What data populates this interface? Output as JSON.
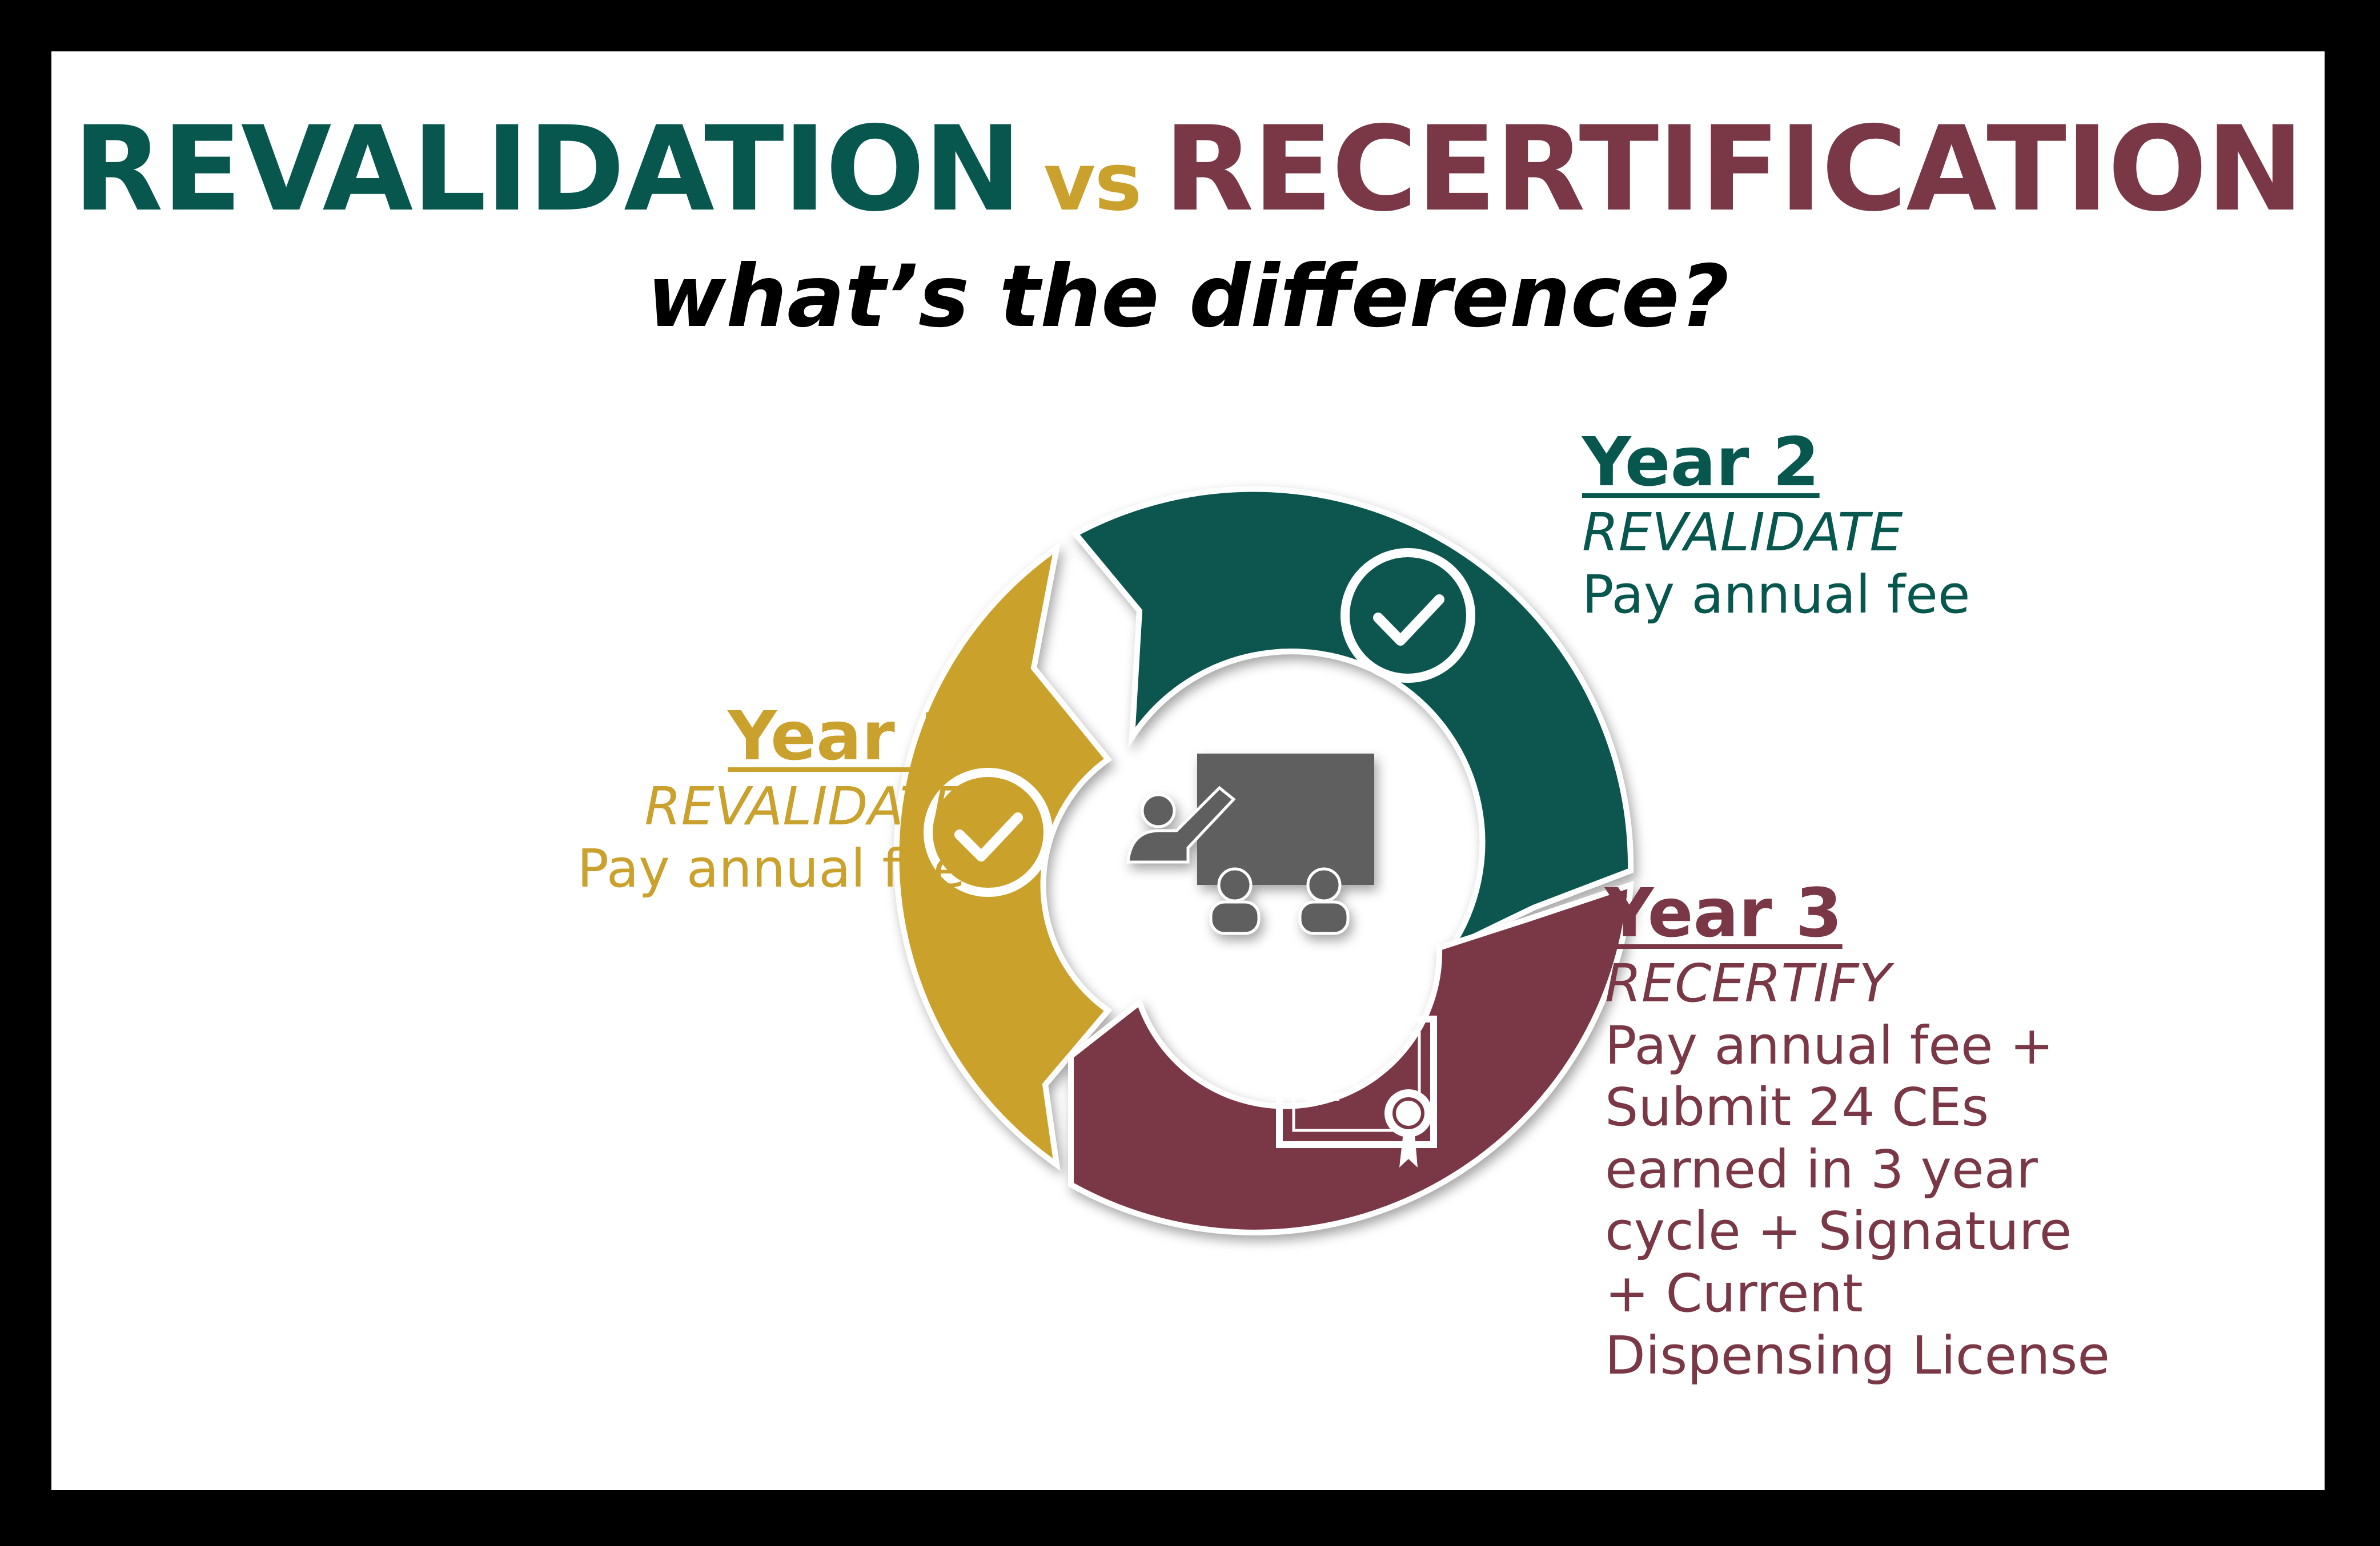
{
  "title": {
    "revalidation": "REVALIDATION",
    "vs": "vs",
    "recertification": "RECERTIFICATION"
  },
  "subtitle": "what’s the difference?",
  "colors": {
    "gold": "#caa12c",
    "teal": "#07574f",
    "maroon": "#7a3746",
    "center_icon": "#5e5e5e"
  },
  "cycle": [
    {
      "year": "Year 1",
      "action": "REVALIDATE",
      "description": "Pay annual fee",
      "icon": "checkmark-icon"
    },
    {
      "year": "Year 2",
      "action": "REVALIDATE",
      "description": "Pay annual fee",
      "icon": "checkmark-icon"
    },
    {
      "year": "Year 3",
      "action": "RECERTIFY",
      "description": "Pay annual fee + Submit 24 CEs earned in 3 year cycle + Signature + Current Dispensing License",
      "icon": "certificate-icon"
    }
  ],
  "center_icon": "presentation-icon"
}
